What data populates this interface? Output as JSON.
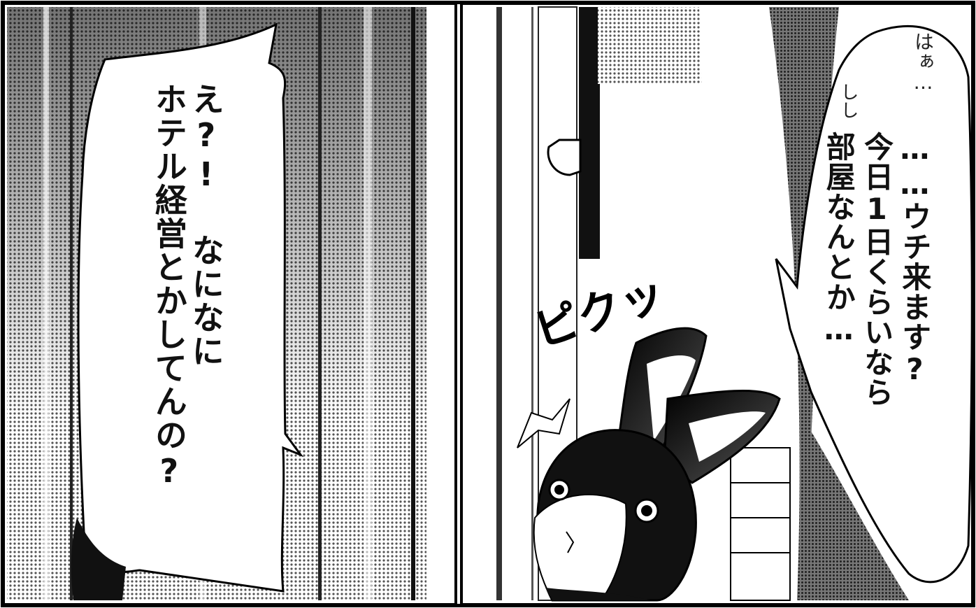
{
  "left_panel": {
    "speech": "え?! なになに\nホテル経営とかしてんの?"
  },
  "right_panel": {
    "sfx": "ピクッ",
    "sfx_small": "はぁ…",
    "sfx_shi": "しし",
    "speech_line1": "……ウチ来ます?",
    "speech_line2": "今日1日くらいなら",
    "speech_line3": "部屋なんとか…"
  },
  "colors": {
    "ink": "#111111",
    "screentone": "#8a8a8a",
    "paper": "#ffffff"
  }
}
